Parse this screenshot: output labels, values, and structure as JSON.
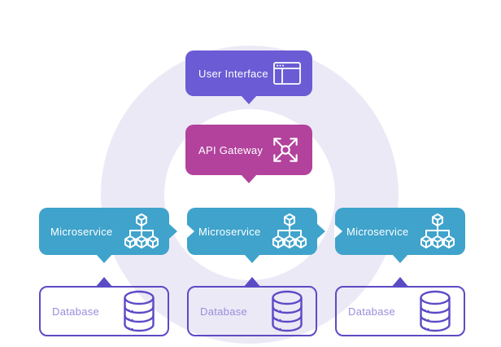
{
  "diagram": {
    "type": "architecture-flow",
    "colors": {
      "ui": "#6B5BD4",
      "gateway": "#B2429C",
      "microservice": "#3FA3CB",
      "db": "#5B4BC5",
      "dbtext": "#968EDB",
      "ring": "#ECE9F6"
    },
    "nodes": {
      "user_interface": {
        "label": "User Interface",
        "icon": "browser-window-icon"
      },
      "api_gateway": {
        "label": "API Gateway",
        "icon": "arrows-out-icon"
      },
      "microservices": [
        {
          "label": "Microservice",
          "icon": "cubes-tree-icon"
        },
        {
          "label": "Microservice",
          "icon": "cubes-tree-icon"
        },
        {
          "label": "Microservice",
          "icon": "cubes-tree-icon"
        }
      ],
      "databases": [
        {
          "label": "Database",
          "icon": "database-cylinder-icon"
        },
        {
          "label": "Database",
          "icon": "database-cylinder-icon"
        },
        {
          "label": "Database",
          "icon": "database-cylinder-icon"
        }
      ]
    },
    "connections": [
      {
        "from": "user-interface",
        "to": "api-gateway",
        "style": "down-tail"
      },
      {
        "from": "api-gateway",
        "to": "microservice-2",
        "style": "down-tail"
      },
      {
        "from": "microservice-1",
        "to": "microservice-2",
        "style": "right-chevron"
      },
      {
        "from": "microservice-2",
        "to": "microservice-3",
        "style": "right-chevron"
      },
      {
        "from": "microservice-1",
        "to": "database-1",
        "style": "down-tail-up-tail"
      },
      {
        "from": "microservice-2",
        "to": "database-2",
        "style": "down-tail-up-tail"
      },
      {
        "from": "microservice-3",
        "to": "database-3",
        "style": "down-tail-up-tail"
      }
    ]
  }
}
